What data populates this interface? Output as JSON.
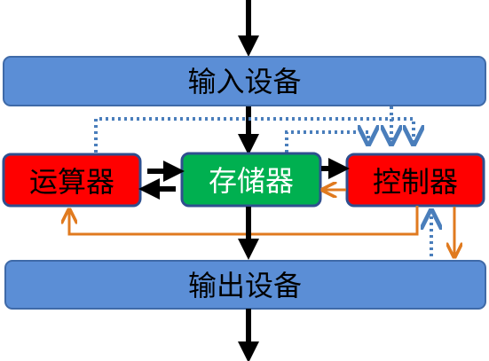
{
  "diagram": {
    "nodes": {
      "input": {
        "label": "输入设备"
      },
      "alu": {
        "label": "运算器"
      },
      "memory": {
        "label": "存储器"
      },
      "controller": {
        "label": "控制器"
      },
      "output": {
        "label": "输出设备"
      }
    },
    "colors": {
      "bar_fill": "#5b8ed6",
      "bar_stroke": "#3f6aa8",
      "red_fill": "#ff0000",
      "red_stroke": "#2f4f8f",
      "green_fill": "#00b050",
      "green_stroke": "#2f4f8f",
      "data_arrow": "#000000",
      "control_arrow": "#e07a1f",
      "feedback_arrow": "#4a7ebb"
    }
  }
}
